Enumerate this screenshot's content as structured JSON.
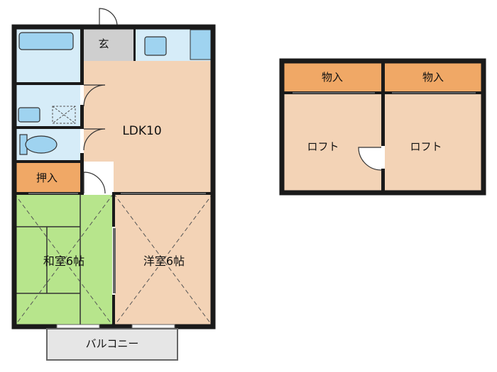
{
  "rooms": {
    "entrance": "玄",
    "ldk": "LDK10",
    "closet": "押入",
    "washitsu": "和室6帖",
    "youshitsu": "洋室6帖",
    "balcony": "バルコニー",
    "storage_left": "物入",
    "storage_right": "物入",
    "loft_left": "ロフト",
    "loft_right": "ロフト"
  },
  "colors": {
    "wall": "#1a1a1a",
    "ldk_floor": "#f3d3b6",
    "wet_area": "#d6ecf8",
    "fixture_blue": "#9fd3f0",
    "entrance_floor": "#cfcfcf",
    "closet_orange": "#f0a866",
    "tatami_green": "#b7e58c",
    "balcony_floor": "#e6e6e6"
  }
}
